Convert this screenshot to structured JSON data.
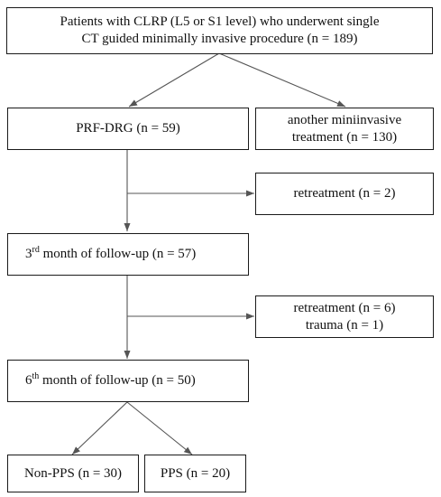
{
  "nodes": {
    "patients": {
      "line1": "Patients with CLRP (L5 or S1 level) who underwent single",
      "line2": "CT guided minimally invasive procedure (n = 189)"
    },
    "prf_drg": {
      "text": "PRF-DRG (n = 59)"
    },
    "another": {
      "line1": "another miniinvasive",
      "line2": "treatment (n = 130)"
    },
    "retreatment1": {
      "text": "retreatment (n = 2)"
    },
    "month3": {
      "pre": "3",
      "sup": "rd",
      "post": " month of follow-up (n = 57)"
    },
    "retreatment2": {
      "line1": "retreatment (n = 6)",
      "line2": "trauma (n = 1)"
    },
    "month6": {
      "pre": "6",
      "sup": "th",
      "post": " month of follow-up (n = 50)"
    },
    "non_pps": {
      "text": "Non-PPS (n = 30)"
    },
    "pps": {
      "text": "PPS (n = 20)"
    }
  }
}
